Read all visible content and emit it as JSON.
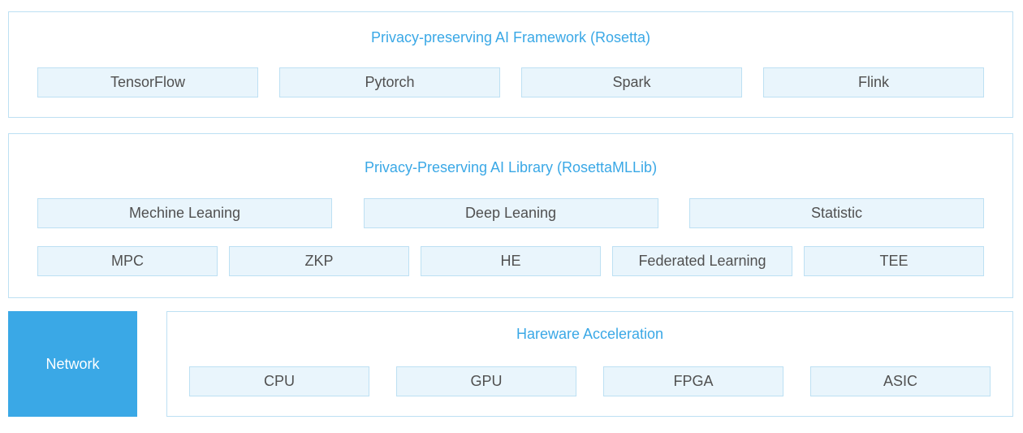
{
  "framework": {
    "title": "Privacy-preserving AI Framework (Rosetta)",
    "items": [
      "TensorFlow",
      "Pytorch",
      "Spark",
      "Flink"
    ]
  },
  "library": {
    "title": "Privacy-Preserving AI Library (RosettaMLLib)",
    "top_items": [
      "Mechine Leaning",
      "Deep Leaning",
      "Statistic"
    ],
    "bottom_items": [
      "MPC",
      "ZKP",
      "HE",
      "Federated Learning",
      "TEE"
    ]
  },
  "network": {
    "label": "Network"
  },
  "hardware": {
    "title": "Hareware Acceleration",
    "items": [
      "CPU",
      "GPU",
      "FPGA",
      "ASIC"
    ]
  },
  "colors": {
    "accent_blue": "#3aa8e6",
    "box_fill": "#e9f5fc",
    "box_border": "#bde0f3",
    "box_text": "#505050"
  }
}
